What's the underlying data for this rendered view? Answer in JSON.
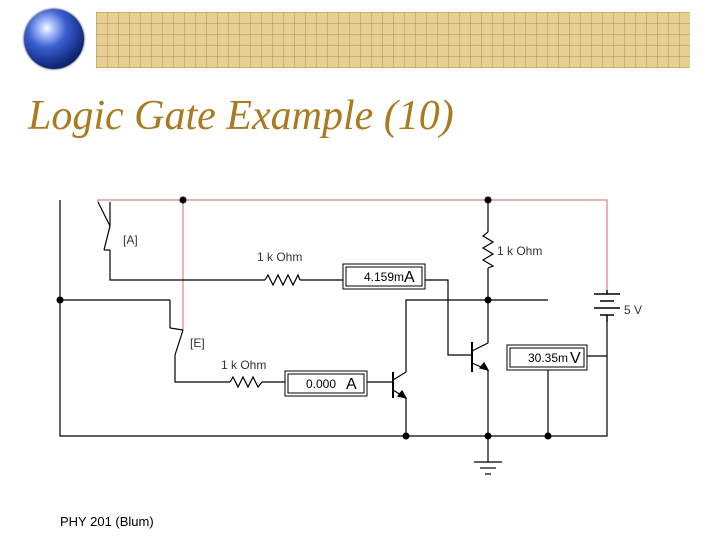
{
  "slide": {
    "title": "Logic Gate Example (10)",
    "footer": "PHY 201 (Blum)"
  },
  "circuit": {
    "switch_a_label": "[A]",
    "switch_b_label": "[E]",
    "resistor_1_label": "1 k Ohm",
    "resistor_2_label": "1 k Ohm",
    "resistor_3_label": "1 k Ohm",
    "battery_label": "5 V",
    "ammeter_1": {
      "value": "4.159m",
      "unit": "A"
    },
    "ammeter_2": {
      "value": "0.000",
      "unit": "A"
    },
    "voltmeter": {
      "value": "30.35m",
      "unit": "V"
    },
    "colors": {
      "supply_wire": "#e08080",
      "wire": "#000000",
      "title": "#a97a1e"
    }
  }
}
